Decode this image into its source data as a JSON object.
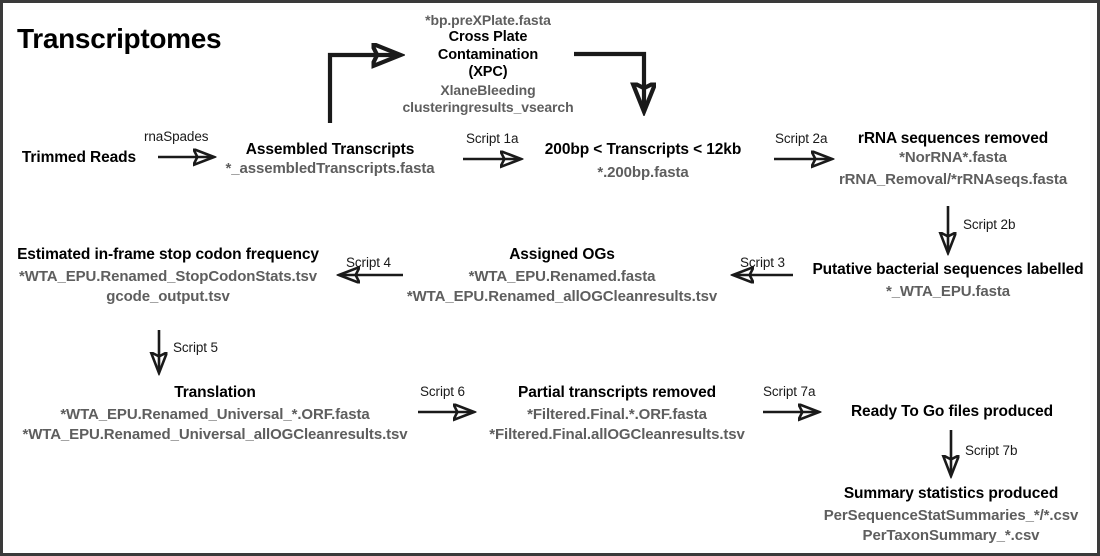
{
  "title": "Transcriptomes",
  "colors": {
    "header_text": "#000000",
    "file_text": "#5e5e5e",
    "arrow": "#1a1a1a",
    "border": "#3a3a3a",
    "background": "#ffffff"
  },
  "nodes": {
    "trimmed_reads": {
      "header": "Trimmed Reads",
      "files": []
    },
    "assembled_transcripts": {
      "header": "Assembled Transcripts",
      "files": [
        "*_assembledTranscripts.fasta"
      ]
    },
    "cross_plate_contamination": {
      "top_file": "*bp.preXPlate.fasta",
      "header_line1": "Cross Plate",
      "header_line2": "Contamination",
      "header_line3": "(XPC)",
      "files": [
        "XlaneBleeding",
        "clusteringresults_vsearch"
      ]
    },
    "size_filtered": {
      "header": "200bp < Transcripts < 12kb",
      "files": [
        "*.200bp.fasta"
      ]
    },
    "rrna_removed": {
      "header": "rRNA sequences removed",
      "files": [
        "*NorRNA*.fasta",
        "rRNA_Removal/*rRNAseqs.fasta"
      ]
    },
    "bacterial_labelled": {
      "header": "Putative bacterial sequences labelled",
      "files": [
        "*_WTA_EPU.fasta"
      ]
    },
    "assigned_ogs": {
      "header": "Assigned OGs",
      "files": [
        "*WTA_EPU.Renamed.fasta",
        "*WTA_EPU.Renamed_allOGCleanresults.tsv"
      ]
    },
    "stop_codon_frequency": {
      "header": "Estimated in-frame stop codon frequency",
      "files": [
        "*WTA_EPU.Renamed_StopCodonStats.tsv",
        "gcode_output.tsv"
      ]
    },
    "translation": {
      "header": "Translation",
      "files": [
        "*WTA_EPU.Renamed_Universal_*.ORF.fasta",
        "*WTA_EPU.Renamed_Universal_allOGCleanresults.tsv"
      ]
    },
    "partial_removed": {
      "header": "Partial transcripts removed",
      "files": [
        "*Filtered.Final.*.ORF.fasta",
        "*Filtered.Final.allOGCleanresults.tsv"
      ]
    },
    "ready_to_go": {
      "header": "Ready To Go files produced",
      "files": []
    },
    "summary_statistics": {
      "header": "Summary statistics produced",
      "files": [
        "PerSequenceStatSummaries_*/*.csv",
        "PerTaxonSummary_*.csv"
      ]
    }
  },
  "arrow_labels": {
    "rnaspades": "rnaSpades",
    "script_1a": "Script 1a",
    "script_2a": "Script 2a",
    "script_2b": "Script 2b",
    "script_3": "Script 3",
    "script_4": "Script 4",
    "script_5": "Script 5",
    "script_6": "Script 6",
    "script_7a": "Script 7a",
    "script_7b": "Script 7b"
  }
}
